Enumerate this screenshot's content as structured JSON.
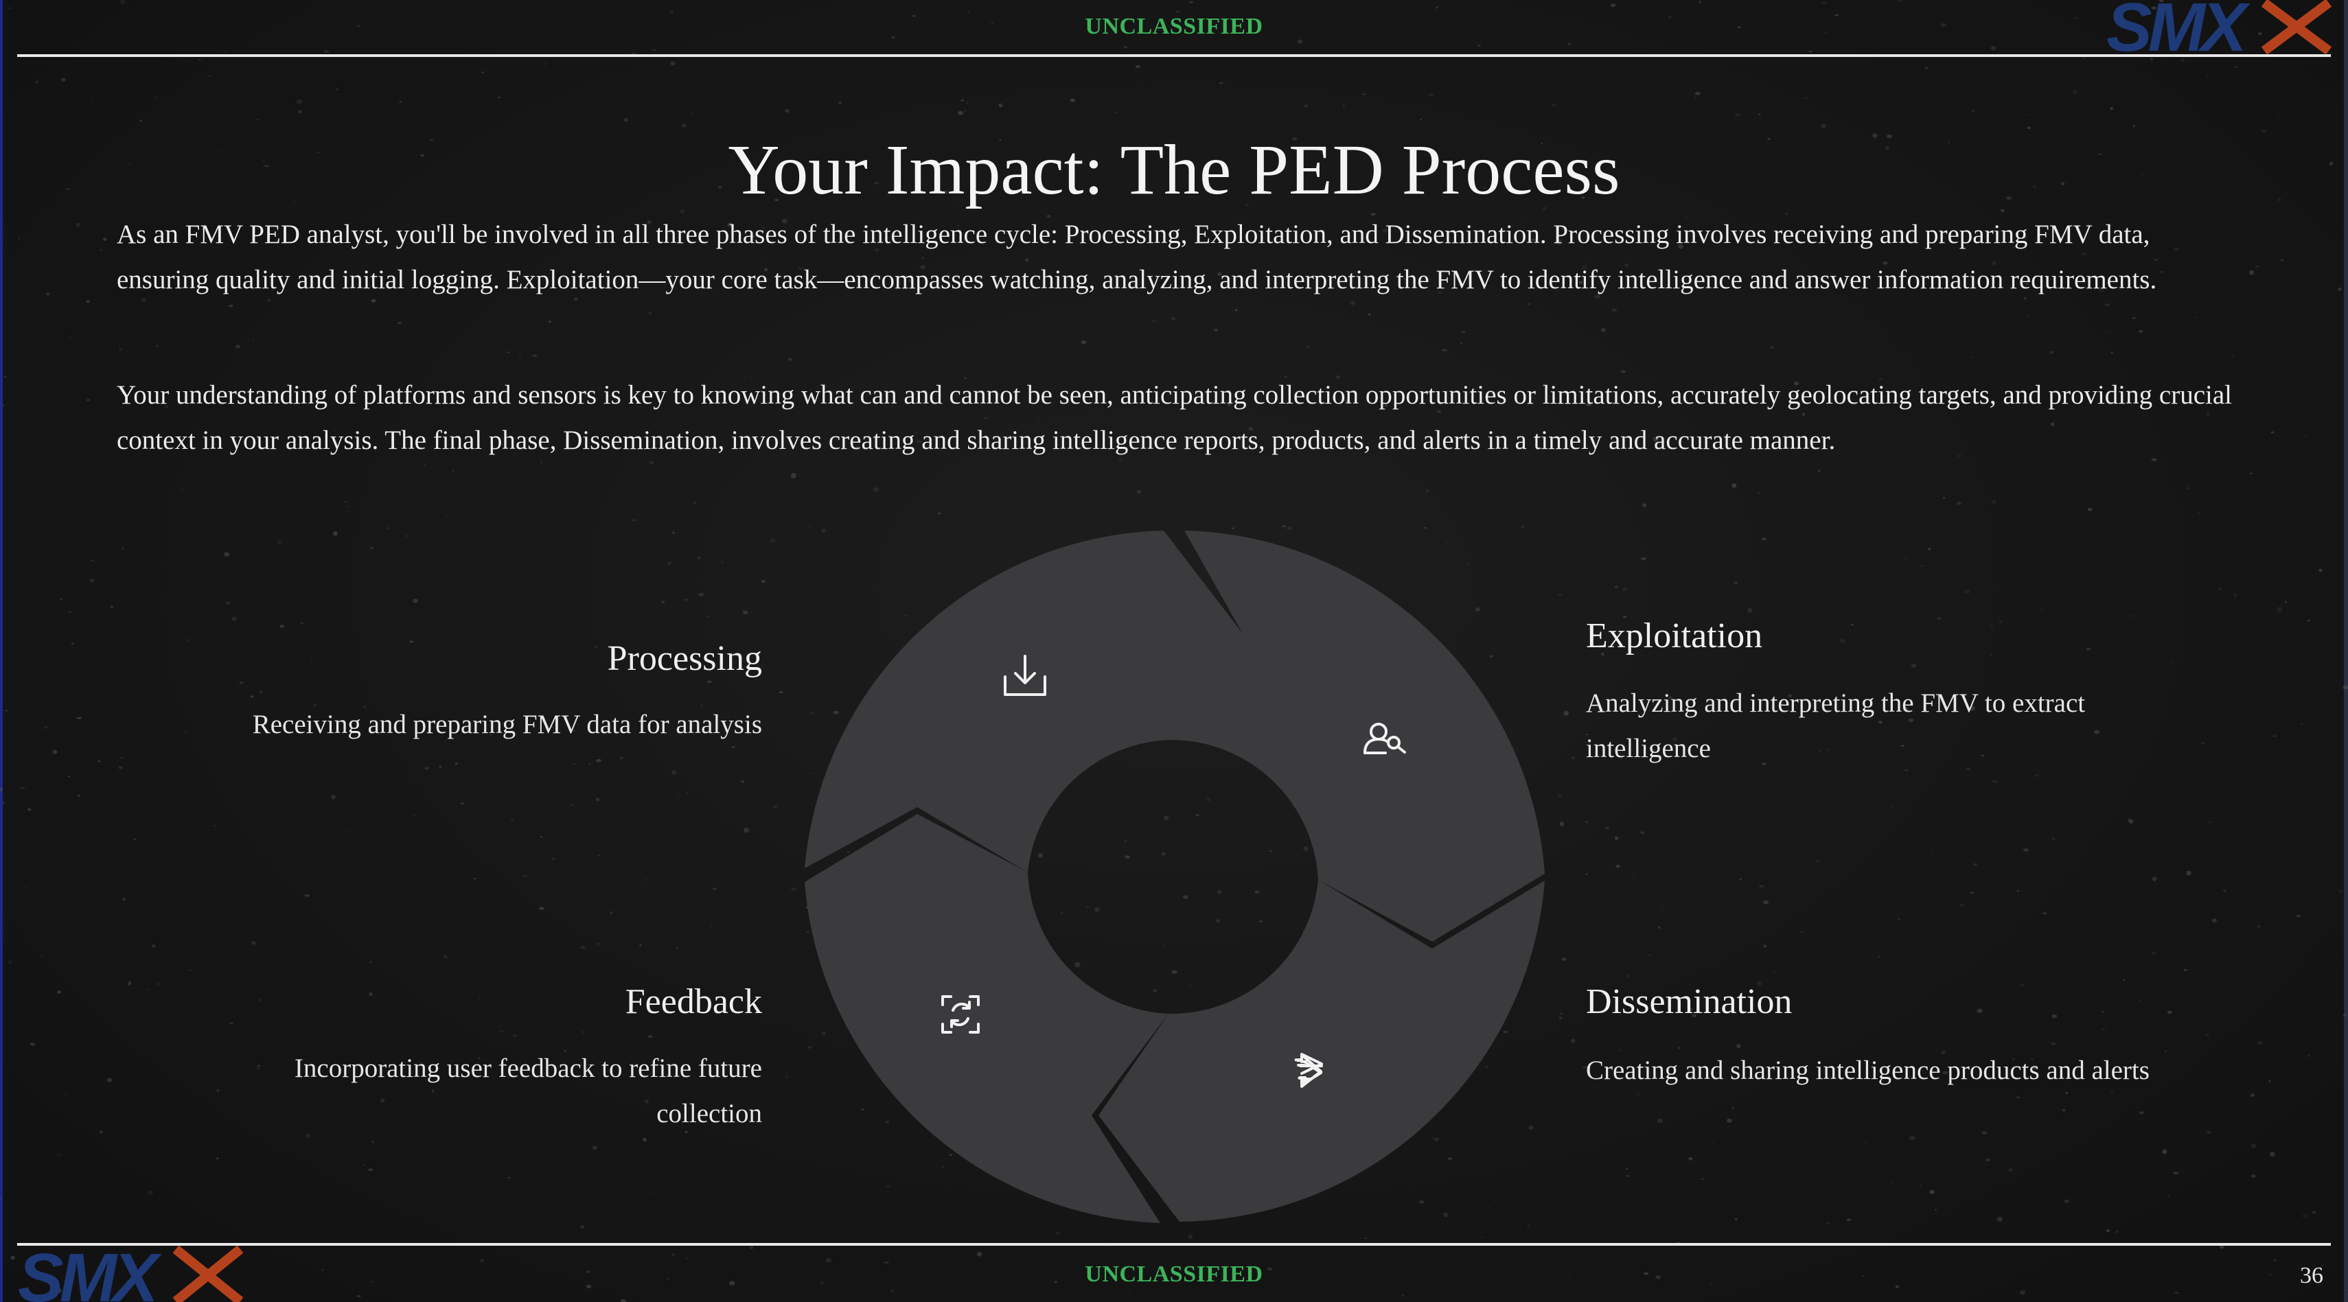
{
  "header": {
    "classification": "UNCLASSIFIED",
    "logo_text": "SMX"
  },
  "footer": {
    "classification": "UNCLASSIFIED",
    "logo_text": "SMX",
    "page_number": "36"
  },
  "slide": {
    "title": "Your Impact: The PED Process",
    "paragraphs": [
      "As an FMV PED analyst, you'll be involved in all three phases of the intelligence cycle: Processing, Exploitation, and Dissemination. Processing involves receiving and preparing FMV data, ensuring quality and initial logging. Exploitation—your core task—encompasses watching, analyzing, and interpreting the FMV to identify intelligence and answer information requirements.",
      "Your understanding of platforms and sensors is key to knowing what can and cannot be seen, anticipating collection opportunities or limitations, accurately geolocating targets, and providing crucial context in your analysis. The final phase, Dissemination, involves creating and sharing intelligence reports, products, and alerts in a timely and accurate manner."
    ]
  },
  "cycle": {
    "phases": [
      {
        "title": "Processing",
        "description": "Receiving and preparing FMV data for analysis",
        "icon": "download-tray-icon"
      },
      {
        "title": "Exploitation",
        "description": "Analyzing and interpreting the FMV to extract intelligence",
        "icon": "user-search-icon"
      },
      {
        "title": "Dissemination",
        "description": "Creating and sharing intelligence products and alerts",
        "icon": "share-forward-icon"
      },
      {
        "title": "Feedback",
        "description": "Incorporating user feedback to refine future collection",
        "icon": "focus-refresh-icon"
      }
    ]
  },
  "colors": {
    "background": "#141414",
    "segment_fill": "#3b3b3e",
    "classification": "#3cb55a",
    "logo_blue": "#1e3a78",
    "logo_orange": "#c8481e",
    "text": "#ececec"
  }
}
